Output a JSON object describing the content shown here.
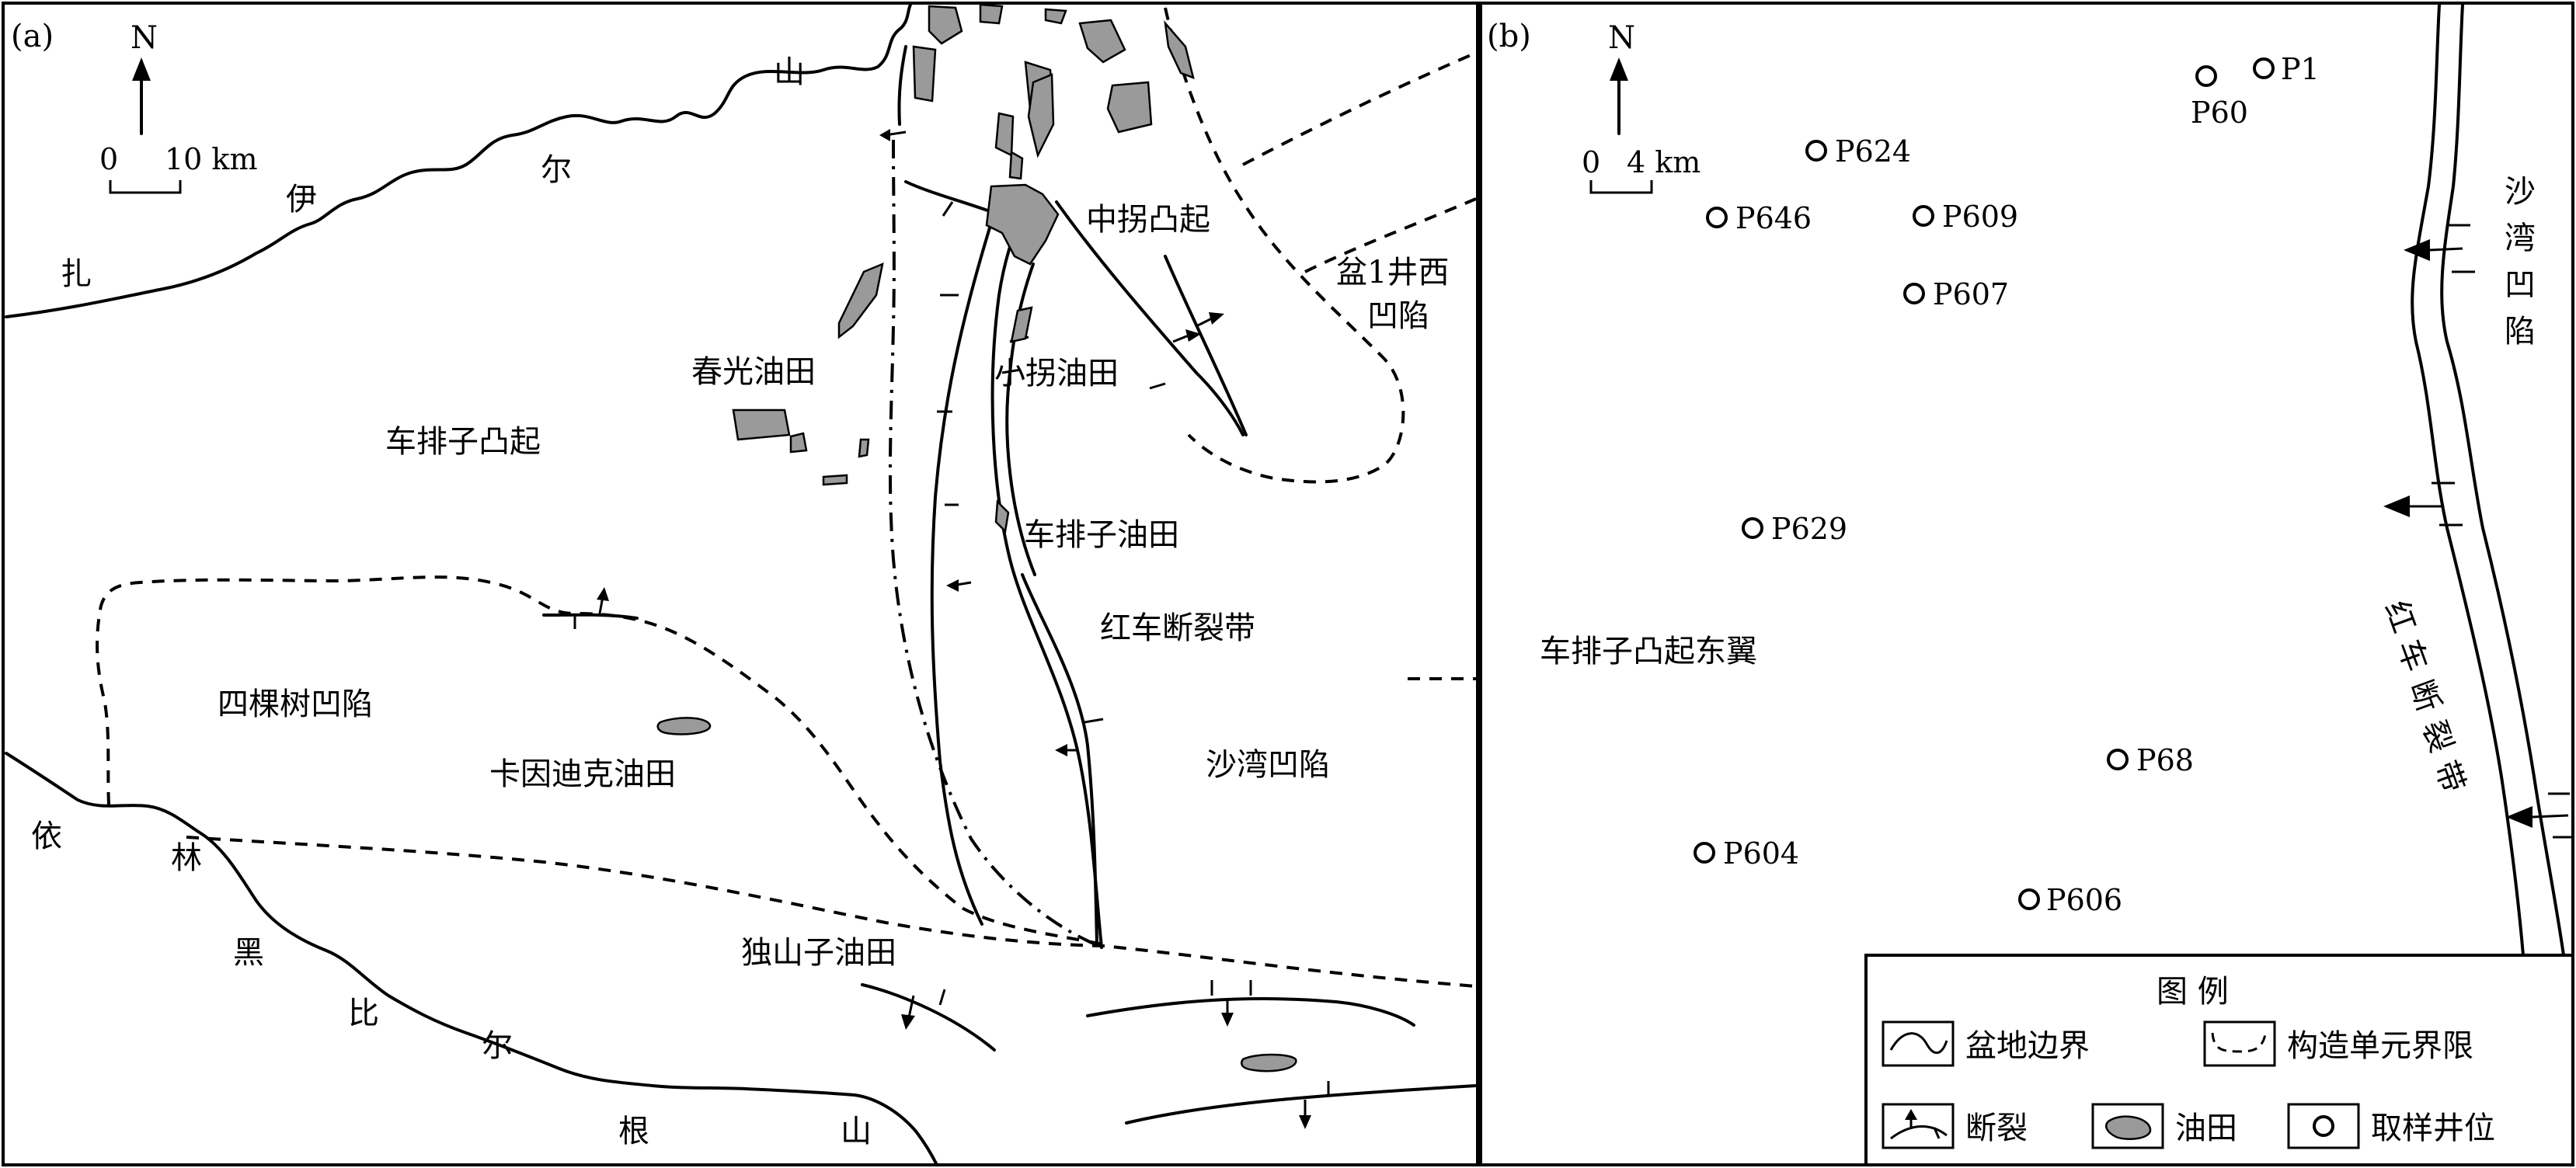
{
  "panel_a": {
    "tag": "(a)",
    "north": "N",
    "scale_zero": "0",
    "scale_text": "10 km",
    "mountains_north": [
      "山",
      "伊",
      "尔",
      "扎"
    ],
    "mountains_south": [
      "依",
      "林",
      "黑",
      "比",
      "尔",
      "根",
      "山"
    ],
    "units": {
      "chepaizi_uplift": "车排子凸起",
      "chunguang_field": "春光油田",
      "zhongguai_uplift": "中拐凸起",
      "xiaoguai_field": "小拐油田",
      "pen1_line1": "盆1井西",
      "pen1_line2": "凹陷",
      "chepaizi_field": "车排子油田",
      "hongche_fault": "红车断裂带",
      "sikeshu_sag": "四棵树凹陷",
      "kayindike_field": "卡因迪克油田",
      "shawan_sag": "沙湾凹陷",
      "dushanzi_field": "独山子油田"
    }
  },
  "panel_b": {
    "tag": "(b)",
    "north": "N",
    "scale_zero": "0",
    "scale_text": "4 km",
    "shawan_sag_vertical": [
      "沙",
      "湾",
      "凹",
      "陷"
    ],
    "hongche_fault_vertical": [
      "红",
      "车",
      "断",
      "裂",
      "带"
    ],
    "east_wing": "车排子凸起东翼",
    "wells": [
      "P1",
      "P60",
      "P624",
      "P646",
      "P609",
      "P607",
      "P629",
      "P68",
      "P604",
      "P606"
    ]
  },
  "legend": {
    "title": "图 例",
    "basin_boundary": "盆地边界",
    "structural_boundary": "构造单元界限",
    "fault": "断裂",
    "oil_field": "油田",
    "sample_well": "取样井位"
  },
  "colors": {
    "oil_field_fill": "#9a9a9a",
    "line": "#000000",
    "background": "#ffffff"
  }
}
